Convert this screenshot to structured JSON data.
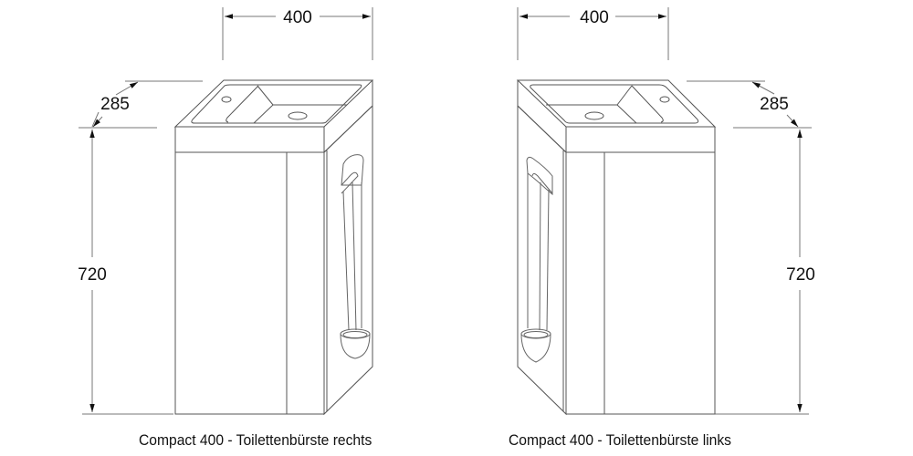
{
  "drawings": [
    {
      "id": "left",
      "caption": "Compact 400 - Toilettenbürste rechts",
      "dimensions": {
        "width": "400",
        "depth": "285",
        "height": "720"
      },
      "brush_side": "right"
    },
    {
      "id": "right",
      "caption": "Compact 400 - Toilettenbürste links",
      "dimensions": {
        "width": "400",
        "depth": "285",
        "height": "720"
      },
      "brush_side": "left"
    }
  ],
  "colors": {
    "line": "#555555",
    "dim_line": "#777777",
    "text": "#111111",
    "background": "#ffffff"
  }
}
